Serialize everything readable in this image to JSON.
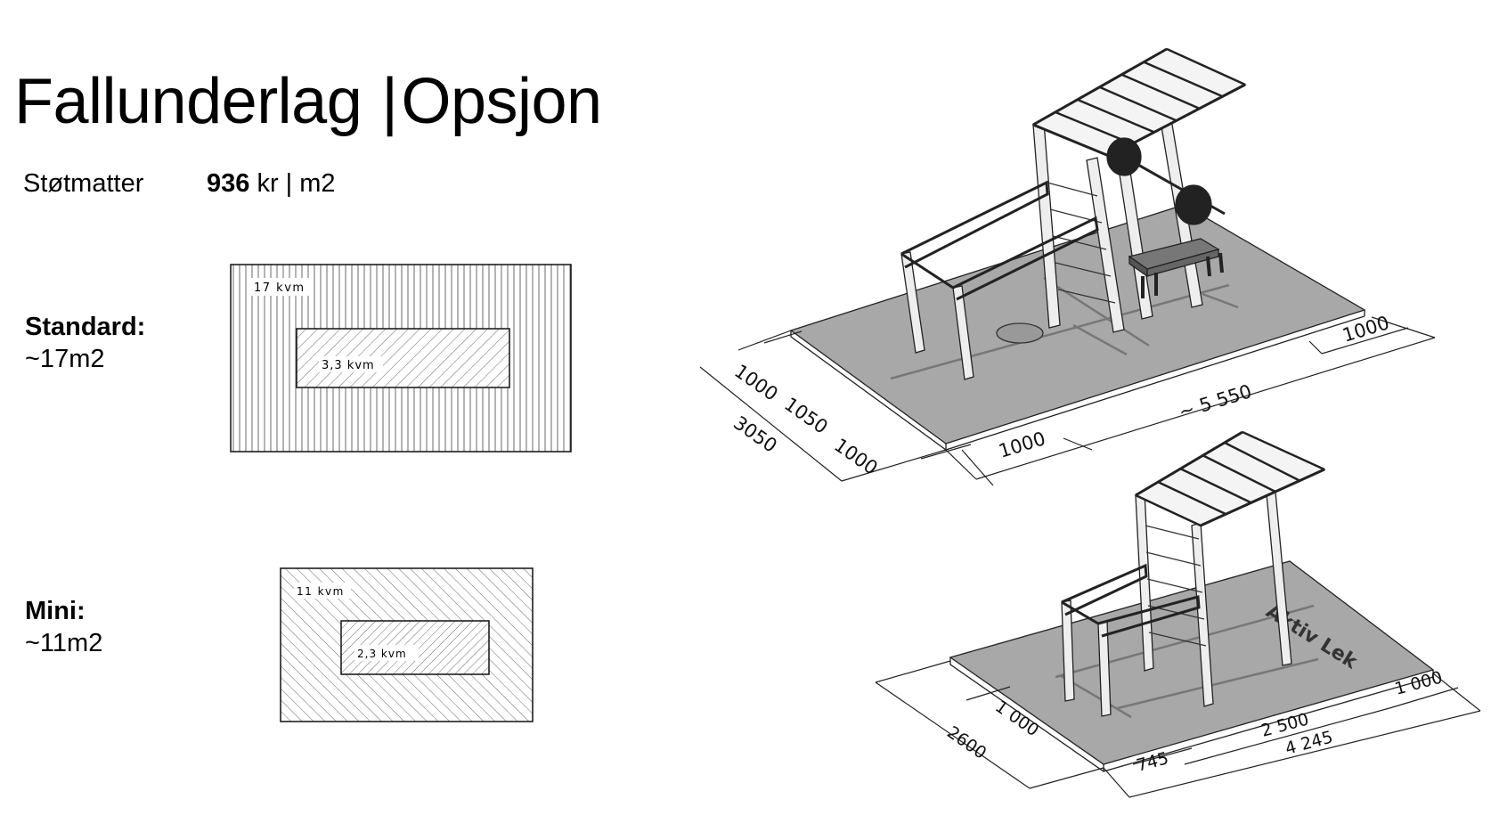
{
  "slide": {
    "title": "Fallunderlag",
    "title_option": "Opsjon",
    "product": "Støtmatter",
    "price_amount": "936",
    "price_unit": "kr | m2"
  },
  "standard": {
    "label": "Standard:",
    "area": "~17m2",
    "outer_area_label": "17 kvm",
    "inner_area_label": "3,3 kvm",
    "dims": {
      "side_total": "3050",
      "side_a": "1000",
      "side_b": "1050",
      "side_c": "1000",
      "length": "~ 5 550",
      "end_left": "1000",
      "end_right": "1000"
    }
  },
  "mini": {
    "label": "Mini:",
    "area": "~11m2",
    "outer_area_label": "11 kvm",
    "inner_area_label": "2,3 kvm",
    "dims": {
      "side_total": "2600",
      "side_a": "1 000",
      "length_total": "4 245",
      "center": "2 500",
      "end_left": "745",
      "end_right": "1 000"
    }
  },
  "colors": {
    "mat": "#a8a8a8",
    "line": "#222222",
    "frame": "#eeeeee"
  }
}
